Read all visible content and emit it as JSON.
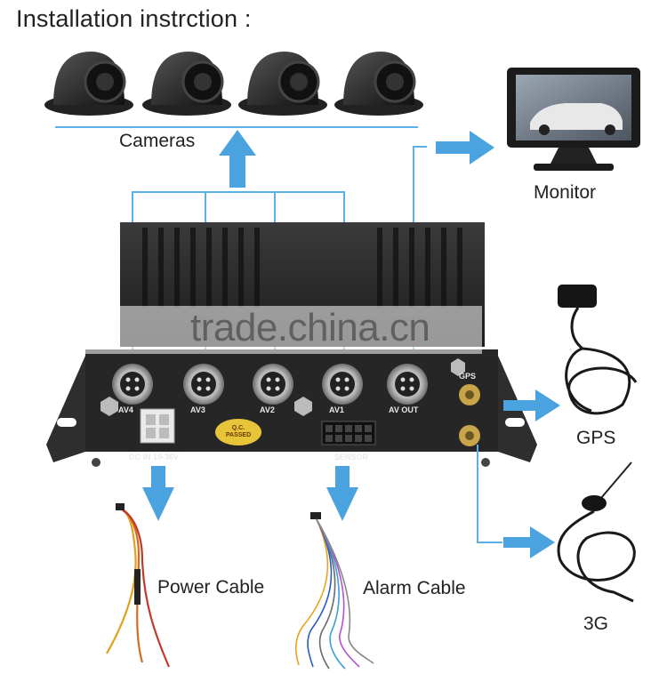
{
  "title": "Installation instrction :",
  "labels": {
    "cameras": "Cameras",
    "monitor": "Monitor",
    "gps": "GPS",
    "three_g": "3G",
    "power_cable": "Power Cable",
    "alarm_cable": "Alarm Cable"
  },
  "device": {
    "port_labels": [
      "AV4",
      "AV3",
      "AV2",
      "AV1",
      "AV OUT"
    ],
    "gps_label": "GPS",
    "dc_in": "DC IN 10-36V",
    "sensor": "SENSOR",
    "qc_stamp": "Q.C. PASSED"
  },
  "watermark": "trade.china.cn",
  "colors": {
    "arrow": "#4aa3df",
    "line": "#5ab0e6",
    "device": "#2b2b2b"
  }
}
